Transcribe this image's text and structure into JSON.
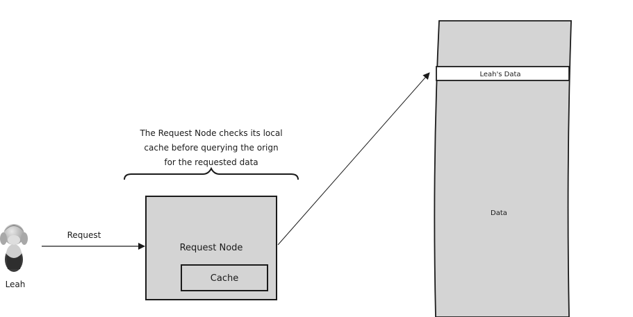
{
  "actor": {
    "name": "Leah"
  },
  "request_label": "Request",
  "annotation": {
    "lines": [
      "The Request Node checks its local",
      "cache before querying the orign",
      "for the requested data"
    ]
  },
  "request_node": {
    "label": "Request Node",
    "cache_label": "Cache"
  },
  "data_store": {
    "record_label": "Leah's Data",
    "body_label": "Data"
  },
  "colors": {
    "box_fill": "#d4d4d4",
    "stroke": "#1a1a1a",
    "record_fill": "#ffffff",
    "background": "#ffffff"
  }
}
